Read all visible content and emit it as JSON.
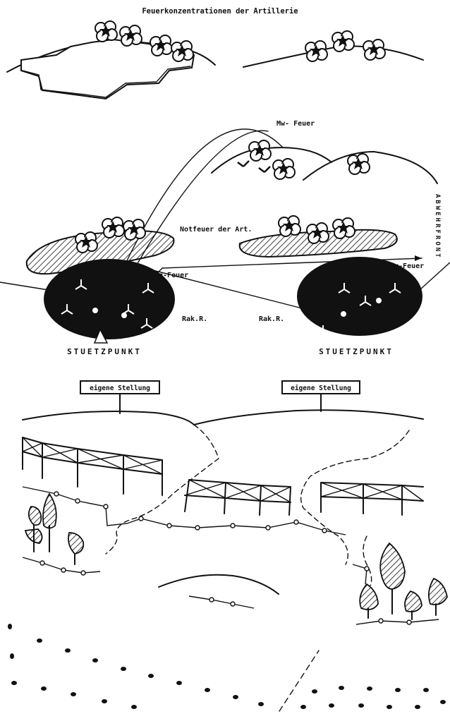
{
  "title": "Feuerkonzentrationen der Artillerie",
  "labels": {
    "mw_feuer": "Mw- Feuer",
    "notfeuer": "Notfeuer der Art.",
    "mg_feuer_left": "Mg-Feuer",
    "mg_feuer_right": "Mg-Feuer",
    "rak_left": "Rak.R.",
    "rak_mid": "Rak.R.",
    "stuetzpunkt_left": "STUETZPUNKT",
    "stuetzpunkt_right": "STUETZPUNKT",
    "abwehrfront": "ABWEHRFRONT",
    "eigene_stellung_left": "eigene Stellung",
    "eigene_stellung_right": "eigene Stellung"
  }
}
